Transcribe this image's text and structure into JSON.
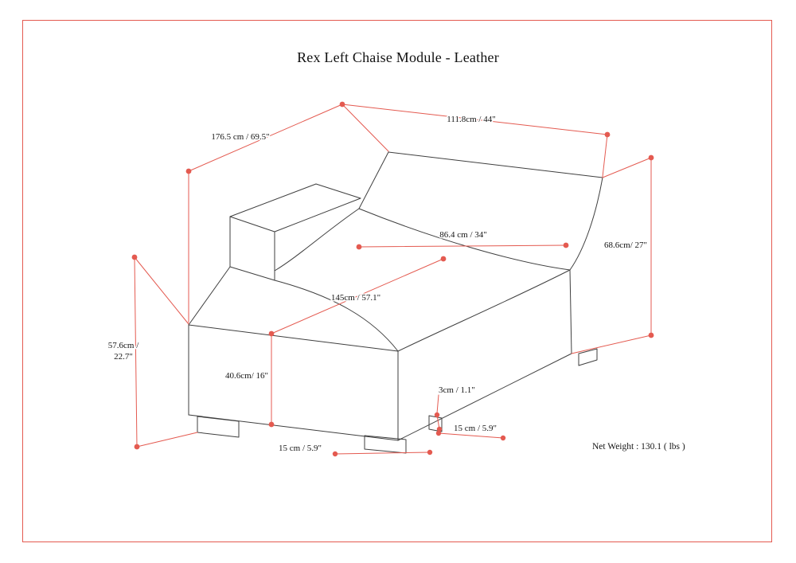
{
  "page": {
    "title": "Rex Left Chaise Module - Leather",
    "net_weight": "Net Weight : 130.1 ( lbs )"
  },
  "dimensions": {
    "depth": "176.5 cm / 69.5\"",
    "width": "111.8cm / 44\"",
    "seat_back_width": "86.4 cm / 34\"",
    "back_height": "68.6cm/ 27\"",
    "seat_length": "145cm / 57.1\"",
    "overall_height_line1": "57.6cm /",
    "overall_height_line2": "22.7\"",
    "seat_height": "40.6cm/ 16\"",
    "foot_height": "3cm / 1.1\"",
    "foot_size_right": "15 cm / 5.9\"",
    "foot_size_front": "15 cm / 5.9\""
  },
  "colors": {
    "accent": "#e45a50",
    "line": "#3f3f3f"
  }
}
